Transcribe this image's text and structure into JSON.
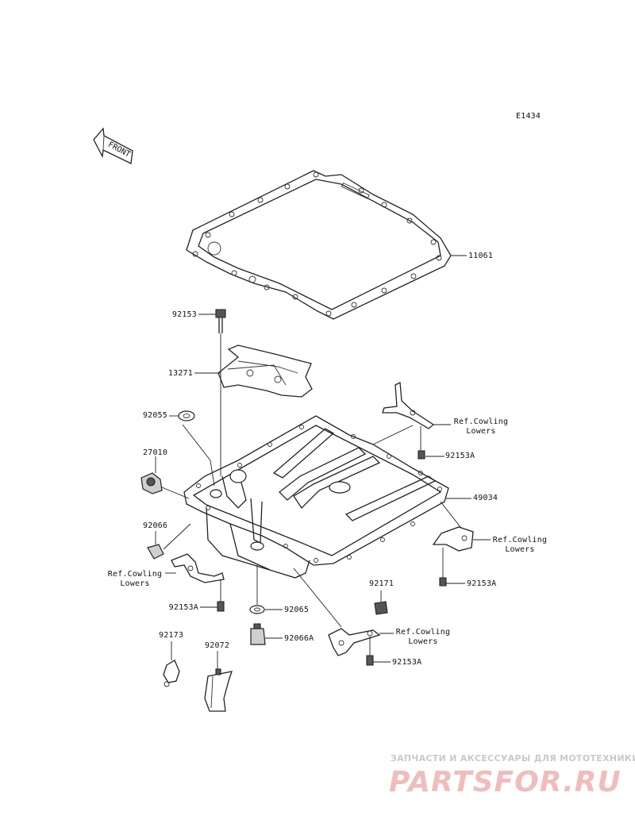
{
  "diagram_code": "E1434",
  "front_arrow": "FRONT",
  "parts": {
    "p11061": "11061",
    "p92153": "92153",
    "p13271": "13271",
    "p92055": "92055",
    "p27010": "27010",
    "p92066": "92066",
    "p92153A_1": "92153A",
    "p92153A_2": "92153A",
    "p92153A_3": "92153A",
    "p92153A_4": "92153A",
    "p49034": "49034",
    "p92171": "92171",
    "p92065": "92065",
    "p92066A": "92066A",
    "p92173": "92173",
    "p92072": "92072"
  },
  "refs": {
    "ref1_line1": "Ref.Cowling",
    "ref1_line2": "Lowers",
    "ref2_line1": "Ref.Cowling",
    "ref2_line2": "Lowers",
    "ref3_line1": "Ref.Cowling",
    "ref3_line2": "Lowers",
    "ref4_line1": "Ref.Cowling",
    "ref4_line2": "Lowers"
  },
  "watermark": {
    "tagline": "ЗАПЧАСТИ И АКСЕССУАРЫ ДЛЯ МОТОТЕХНИКИ",
    "brand": "PARTSFOR.RU",
    "brand_color": "#e88a8a"
  }
}
